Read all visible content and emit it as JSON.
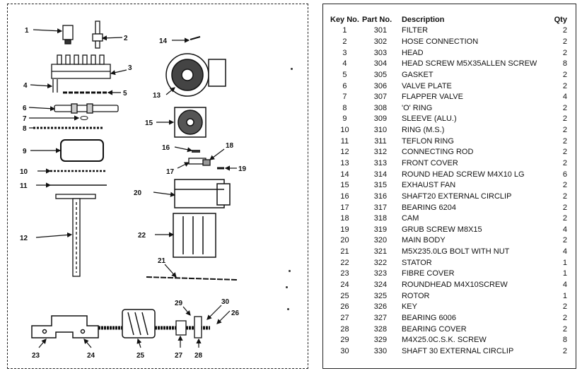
{
  "parts_table": {
    "headers": {
      "key": "Key No.",
      "part": "Part No.",
      "desc": "Description",
      "qty": "Qty"
    },
    "rows": [
      {
        "key": "1",
        "part": "301",
        "desc": "FILTER",
        "qty": "2"
      },
      {
        "key": "2",
        "part": "302",
        "desc": "HOSE CONNECTION",
        "qty": "2"
      },
      {
        "key": "3",
        "part": "303",
        "desc": "HEAD",
        "qty": "2"
      },
      {
        "key": "4",
        "part": "304",
        "desc": "HEAD SCREW M5X35ALLEN SCREW",
        "qty": "8"
      },
      {
        "key": "5",
        "part": "305",
        "desc": "GASKET",
        "qty": "2"
      },
      {
        "key": "6",
        "part": "306",
        "desc": "VALVE PLATE",
        "qty": "2"
      },
      {
        "key": "7",
        "part": "307",
        "desc": "FLAPPER VALVE",
        "qty": "4"
      },
      {
        "key": "8",
        "part": "308",
        "desc": "'O' RING",
        "qty": "2"
      },
      {
        "key": "9",
        "part": "309",
        "desc": "SLEEVE (ALU.)",
        "qty": "2"
      },
      {
        "key": "10",
        "part": "310",
        "desc": "RING (M.S.)",
        "qty": "2"
      },
      {
        "key": "11",
        "part": "311",
        "desc": "TEFLON RING",
        "qty": "2"
      },
      {
        "key": "12",
        "part": "312",
        "desc": "CONNECTING ROD",
        "qty": "2"
      },
      {
        "key": "13",
        "part": "313",
        "desc": "FRONT COVER",
        "qty": "2"
      },
      {
        "key": "14",
        "part": "314",
        "desc": "ROUND HEAD SCREW M4X10 LG",
        "qty": "6"
      },
      {
        "key": "15",
        "part": "315",
        "desc": "EXHAUST FAN",
        "qty": "2"
      },
      {
        "key": "16",
        "part": "316",
        "desc": "SHAFT20 EXTERNAL CIRCLIP",
        "qty": "2"
      },
      {
        "key": "17",
        "part": "317",
        "desc": "BEARING 6204",
        "qty": "2"
      },
      {
        "key": "18",
        "part": "318",
        "desc": "CAM",
        "qty": "2"
      },
      {
        "key": "19",
        "part": "319",
        "desc": "GRUB SCREW M8X15",
        "qty": "4"
      },
      {
        "key": "20",
        "part": "320",
        "desc": "MAIN BODY",
        "qty": "2"
      },
      {
        "key": "21",
        "part": "321",
        "desc": "M5X235.0LG BOLT WITH NUT",
        "qty": "4"
      },
      {
        "key": "22",
        "part": "322",
        "desc": "STATOR",
        "qty": "1"
      },
      {
        "key": "23",
        "part": "323",
        "desc": "FIBRE COVER",
        "qty": "1"
      },
      {
        "key": "24",
        "part": "324",
        "desc": "ROUNDHEAD M4X10SCREW",
        "qty": "4"
      },
      {
        "key": "25",
        "part": "325",
        "desc": "ROTOR",
        "qty": "1"
      },
      {
        "key": "26",
        "part": "326",
        "desc": "KEY",
        "qty": "2"
      },
      {
        "key": "27",
        "part": "327",
        "desc": "BEARING 6006",
        "qty": "2"
      },
      {
        "key": "28",
        "part": "328",
        "desc": "BEARING COVER",
        "qty": "2"
      },
      {
        "key": "29",
        "part": "329",
        "desc": "M4X25.0C.S.K. SCREW",
        "qty": "8"
      },
      {
        "key": "30",
        "part": "330",
        "desc": "SHAFT 30 EXTERNAL CIRCLIP",
        "qty": "2"
      }
    ]
  },
  "diagram": {
    "callouts": [
      "1",
      "2",
      "3",
      "4",
      "5",
      "6",
      "7",
      "8",
      "9",
      "10",
      "11",
      "12",
      "13",
      "14",
      "15",
      "16",
      "17",
      "18",
      "19",
      "20",
      "21",
      "22",
      "23",
      "24",
      "25",
      "26",
      "27",
      "28",
      "29",
      "30"
    ]
  },
  "colors": {
    "ink": "#111111",
    "paper": "#ffffff",
    "shade": "#555555"
  }
}
